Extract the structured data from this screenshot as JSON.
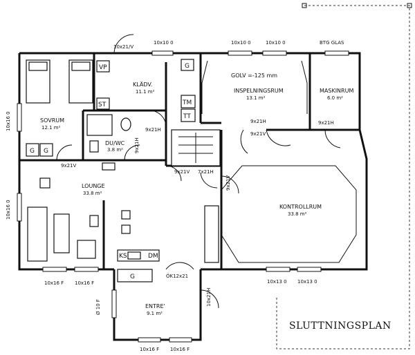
{
  "title": "SLUTTNINGSPLAN",
  "rooms": {
    "sovrum": {
      "name": "SOVRUM",
      "area": "12.1 m²"
    },
    "klador": {
      "name": "KLÄDV.",
      "area": "11.1 m²"
    },
    "duwc": {
      "name": "DU/WC",
      "area": "3.8 m²"
    },
    "golv_note": "GOLV =-125 mm",
    "inspelning": {
      "name": "INSPELNINGSRUM",
      "area": "13.1 m²"
    },
    "maskin": {
      "name": "MASKINRUM",
      "area": "6.0 m²"
    },
    "lounge": {
      "name": "LOUNGE",
      "area": "33.8 m²"
    },
    "kontroll": {
      "name": "KONTROLLRUM",
      "area": "33.8 m²"
    },
    "entre": {
      "name": "ENTRE'",
      "area": "9.1 m²"
    }
  },
  "fixtures": {
    "vp": "VP",
    "g_klador": "G",
    "st": "ST",
    "tm": "TM",
    "tt": "TT",
    "g1": "G",
    "g2": "G",
    "ks": "KS",
    "dm": "DM",
    "g_entre": "G"
  },
  "doors": {
    "d_top": "10x21/V",
    "d_kl": "9x21H",
    "d_wc": "9x21H",
    "d_sov": "9x21V",
    "d_stair_l": "9x21V",
    "d_stair_r": "7x21H",
    "d_insp_l": "9x21H",
    "d_insp_2": "9x21V",
    "d_maskin": "9x21H",
    "d_kontroll": "9x21V",
    "d_entre_top": "ÖK12x21",
    "d_entre_right": "10x21H"
  },
  "windows": {
    "w_top1": "10x10 0",
    "w_top2": "10x10 0",
    "w_top3": "10x10 0",
    "w_top4": "BTG GLAS",
    "w_left1": "10x16 0",
    "w_left2": "10x16 0",
    "w_bot1": "10x16 F",
    "w_bot2": "10x16 F",
    "w_entre_left": "Ø 10 F",
    "w_bot3": "10x13 0",
    "w_bot4": "10x13 0",
    "w_entre1": "10x16 F",
    "w_entre2": "10x16 F"
  }
}
